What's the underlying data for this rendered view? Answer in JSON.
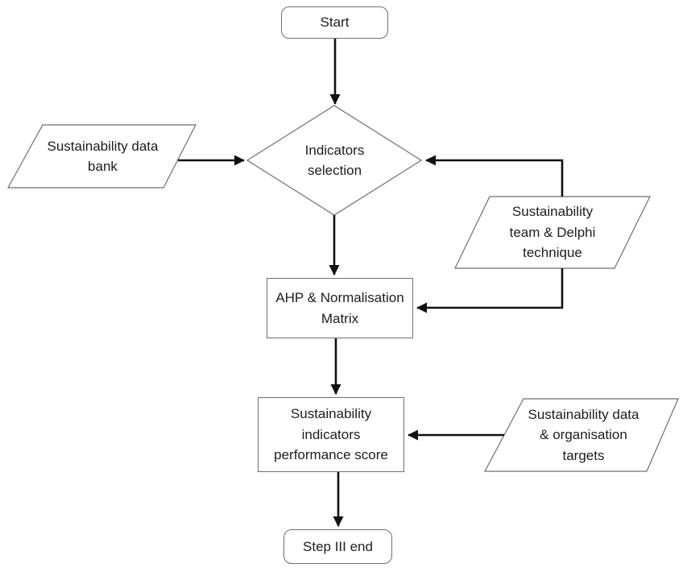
{
  "diagram": {
    "background": "#ffffff",
    "colors": {
      "shape_border": "#6e6e6e",
      "arrow": "#111111",
      "text": "#1d1d1d"
    },
    "nodes": {
      "start": {
        "type": "terminator",
        "label": "Start"
      },
      "indicators_selection": {
        "type": "decision",
        "label": "Indicators\nselection"
      },
      "sustainability_data_bank": {
        "type": "data",
        "label": "Sustainability data\nbank"
      },
      "sustainability_team_delphi": {
        "type": "data",
        "label": "Sustainability\nteam & Delphi\ntechnique"
      },
      "ahp_normalisation_matrix": {
        "type": "process",
        "label": "AHP & Normalisation\nMatrix"
      },
      "performance_score": {
        "type": "process",
        "label": "Sustainability\nindicators\nperformance score"
      },
      "data_organisation_targets": {
        "type": "data",
        "label": "Sustainability data\n& organisation\ntargets"
      },
      "step_end": {
        "type": "terminator",
        "label": "Step III end"
      }
    },
    "edges": [
      {
        "from": "start",
        "to": "indicators_selection"
      },
      {
        "from": "sustainability_data_bank",
        "to": "indicators_selection"
      },
      {
        "from": "sustainability_team_delphi",
        "to": "indicators_selection"
      },
      {
        "from": "indicators_selection",
        "to": "ahp_normalisation_matrix"
      },
      {
        "from": "sustainability_team_delphi",
        "to": "ahp_normalisation_matrix"
      },
      {
        "from": "ahp_normalisation_matrix",
        "to": "performance_score"
      },
      {
        "from": "data_organisation_targets",
        "to": "performance_score"
      },
      {
        "from": "performance_score",
        "to": "step_end"
      }
    ]
  }
}
